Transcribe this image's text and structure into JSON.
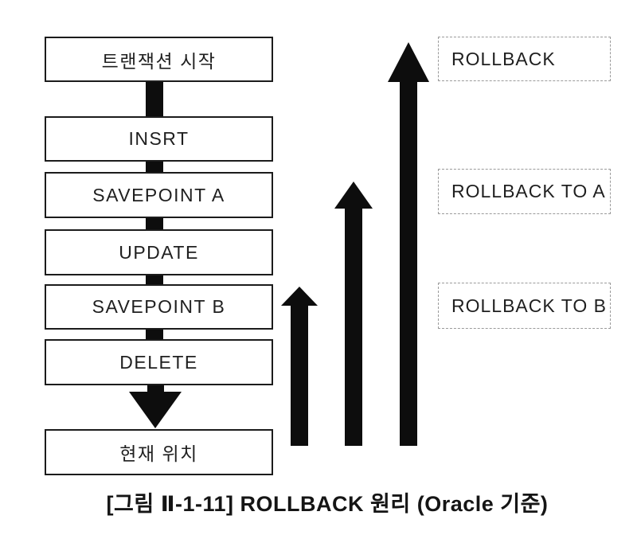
{
  "figure": {
    "caption": "[그림 Ⅱ-1-11] ROLLBACK 원리 (Oracle 기준)"
  },
  "flow": {
    "boxes": [
      {
        "id": "transaction-start",
        "label": "트랜잭션 시작"
      },
      {
        "id": "insrt",
        "label": "INSRT"
      },
      {
        "id": "savepoint-a",
        "label": "SAVEPOINT A"
      },
      {
        "id": "update",
        "label": "UPDATE"
      },
      {
        "id": "savepoint-b",
        "label": "SAVEPOINT B"
      },
      {
        "id": "delete",
        "label": "DELETE"
      },
      {
        "id": "current-position",
        "label": "현재 위치"
      }
    ]
  },
  "rollback_labels": [
    {
      "id": "rollback",
      "label": "ROLLBACK"
    },
    {
      "id": "rollback-to-a",
      "label": "ROLLBACK TO A"
    },
    {
      "id": "rollback-to-b",
      "label": "ROLLBACK TO B"
    }
  ],
  "colors": {
    "background": "#ffffff",
    "box_border": "#1c1c1c",
    "arrow_fill": "#0d0d0d",
    "dashed_border": "#9a9a9a",
    "text": "#1f1f1f"
  }
}
